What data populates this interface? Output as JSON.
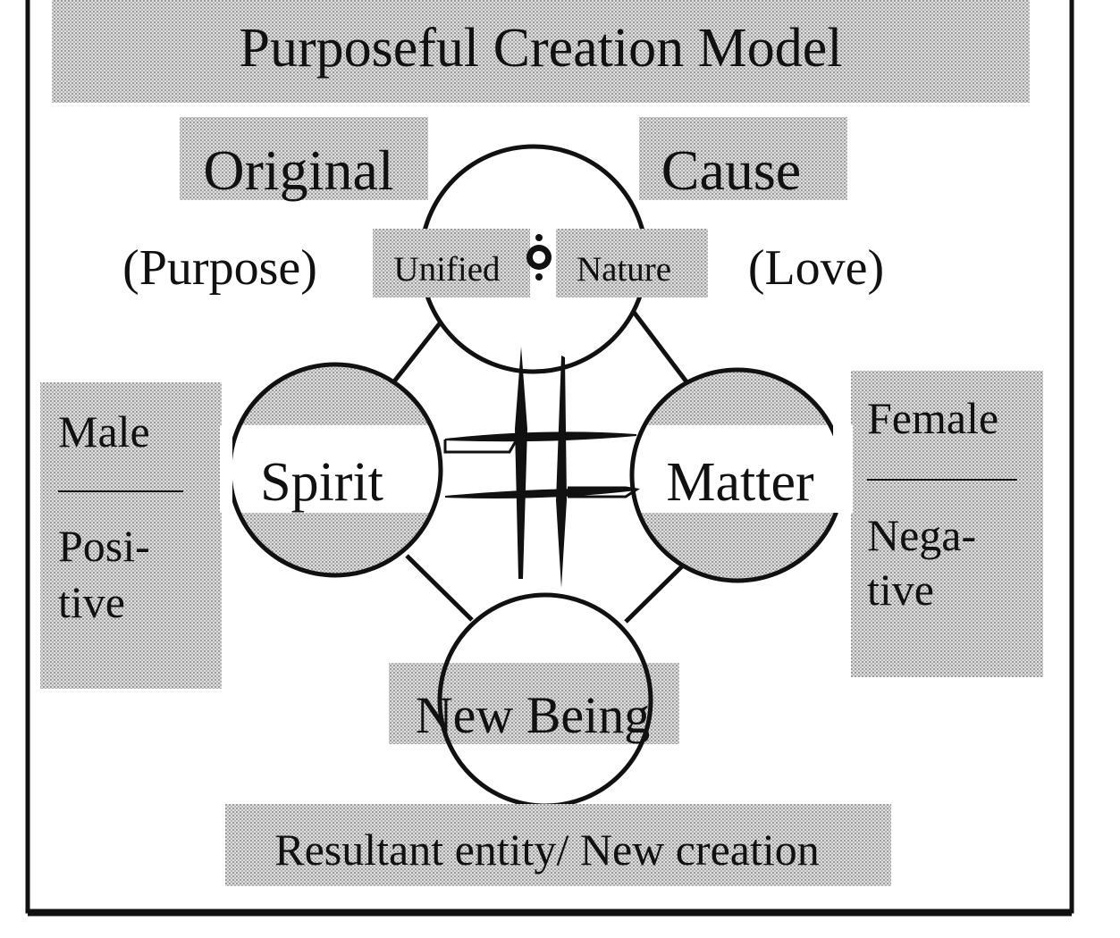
{
  "title": "Purposeful Creation Model",
  "top_left_label": "Original",
  "top_right_label": "Cause",
  "purpose_label": "(Purpose)",
  "love_label": "(Love)",
  "unified_label": "Unified",
  "nature_label": "Nature",
  "spirit_label": "Spirit",
  "matter_label": "Matter",
  "new_being_label": "New Being",
  "bottom_caption": "Resultant entity/ New creation",
  "male_box": {
    "top": "Male",
    "line1": "Posi-",
    "line2": "tive"
  },
  "female_box": {
    "top": "Female",
    "line1": "Nega-",
    "line2": "tive"
  },
  "colors": {
    "shade": "#cfcfcf",
    "ink": "#111111",
    "paper": "#ffffff"
  }
}
